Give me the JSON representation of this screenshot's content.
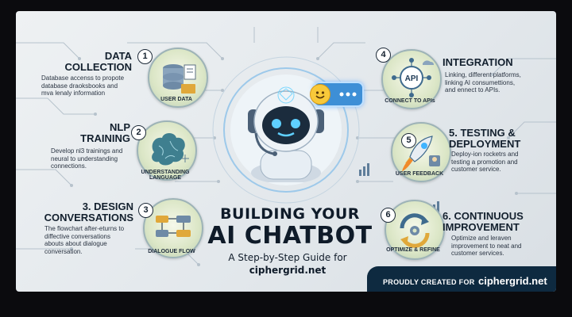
{
  "center": {
    "title_line1": "BUILDING YOUR",
    "title_line2": "AI CHATBOT",
    "subtitle_line1": "A Step-by-Step Guide for",
    "subtitle_line2": "ciphergrid.net"
  },
  "steps": [
    {
      "number": "1",
      "title_line1": "DATA",
      "title_line2": "COLLECTION",
      "desc": [
        "Database accenss to propote",
        "database draoksbooks and",
        "mva lenaly information"
      ],
      "caption": "USER DATA",
      "icon": "database-icon"
    },
    {
      "number": "2",
      "title_line1": "NLP",
      "title_line2": "TRAINING",
      "desc": [
        "Develop nl3 trainings and",
        "neural to understanding",
        "connections."
      ],
      "caption_line1": "UNDERSTANDING",
      "caption_line2": "LANGUAGE",
      "icon": "brain-icon"
    },
    {
      "number": "3",
      "title_line1": "3. DESIGN",
      "title_line2": "CONVERSATIONS",
      "desc": [
        "The flowchart after-eturns to",
        "diffective conversations",
        "abouts about dialogue",
        "conversation."
      ],
      "caption": "DIALOGUE FLOW",
      "icon": "flowchart-icon"
    },
    {
      "number": "4",
      "title_line1": "INTEGRATION",
      "desc": [
        "Linking, different platforms,",
        "linking AI consumettions,",
        "and ennect to APIs."
      ],
      "caption": "CONNECT TO APIs",
      "icon": "api-icon",
      "icon_text": "API"
    },
    {
      "number": "5",
      "title_line1": "5. TESTING &",
      "title_line2": "DEPLOYMENT",
      "desc": [
        "Deploy-ion rocketrs and",
        "testing a promotion and",
        "customer service."
      ],
      "caption": "USER FEEDBACK",
      "icon": "rocket-icon"
    },
    {
      "number": "6",
      "title_line1": "6. CONTINUOUS",
      "title_line2": "IMPROVEMENT",
      "desc": [
        "Optimize and leraven",
        "improvement to neat and",
        "customer services."
      ],
      "caption": "OPTIMIZE & REFINE",
      "icon": "refresh-cycle-icon"
    }
  ],
  "footer": {
    "prefix": "PROUDLY CREATED FOR",
    "site": "ciphergrid.net"
  },
  "colors": {
    "background": "#0b0b0e",
    "panel": "#e8ecef",
    "title": "#0f1b29",
    "robot_glow": "#3fb3ff",
    "footer": "#0e2a40",
    "accent_blue": "#3e8fd6",
    "icon_green": "#dbe6c6"
  }
}
